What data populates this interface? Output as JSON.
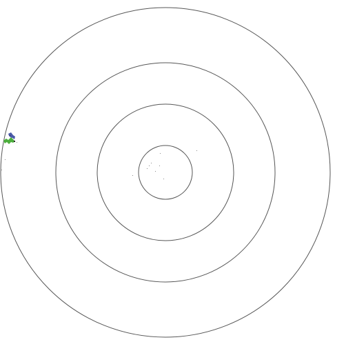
{
  "colors": {
    "background": "#ffffff",
    "ring_stroke": "#555555",
    "speck": "#8a8a8a",
    "creature_green": "#4caf3c",
    "creature_blue": "#4a5aa8",
    "creature_dark": "#2a2a2a"
  },
  "target": {
    "ring_count": 4
  },
  "creature": {
    "icon": "blob-creature-icon",
    "colors": [
      "green",
      "blue"
    ]
  },
  "specks": {
    "icon": "dot-speck-icon",
    "count": 12
  }
}
